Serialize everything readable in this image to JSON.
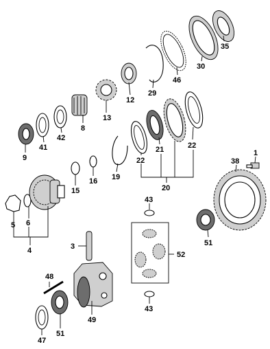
{
  "parts": {
    "p1": "1",
    "p3": "3",
    "p4": "4",
    "p5": "5",
    "p6": "6",
    "p8": "8",
    "p9": "9",
    "p12": "12",
    "p13": "13",
    "p15": "15",
    "p16": "16",
    "p19": "19",
    "p20": "20",
    "p21": "21",
    "p22a": "22",
    "p22b": "22",
    "p29": "29",
    "p30": "30",
    "p35": "35",
    "p38": "38",
    "p41": "41",
    "p42": "42",
    "p43a": "43",
    "p43b": "43",
    "p46": "46",
    "p47": "47",
    "p48": "48",
    "p49": "49",
    "p51a": "51",
    "p51b": "51",
    "p52": "52"
  }
}
